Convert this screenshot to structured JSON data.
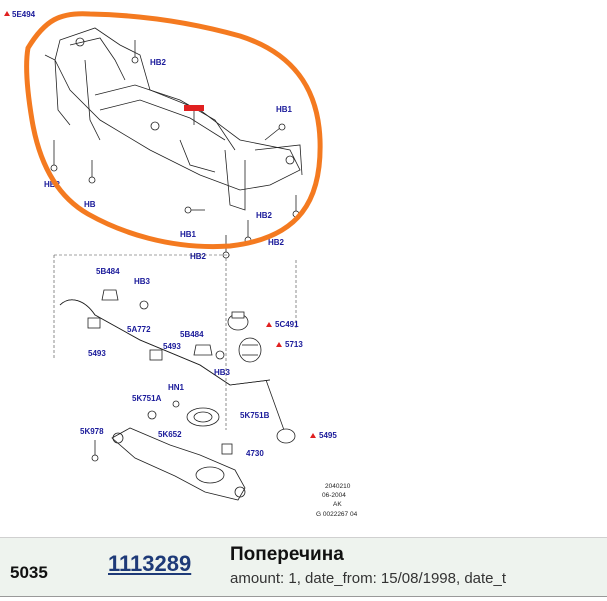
{
  "diagram": {
    "labels": {
      "top_ref": "5E494",
      "hb2_a": "HB2",
      "hb1_a": "HB1",
      "hb2_b": "HB2",
      "hb_c": "HB",
      "hb1_b": "HB1",
      "hb2_c": "HB2",
      "hb2_d": "HB2",
      "hb2_e": "HB2",
      "p5b484_a": "5B484",
      "hb3_a": "HB3",
      "p5a772": "5A772",
      "p5493_a": "5493",
      "p5b484_b": "5B484",
      "p5493_b": "5493",
      "hb3_b": "HB3",
      "p5c491": "5C491",
      "p5713": "5713",
      "hn1": "HN1",
      "p5k751a": "5K751A",
      "p5k751b": "5K751B",
      "p5k978": "5K978",
      "p5k652": "5K652",
      "p4730": "4730",
      "p5495": "5495"
    },
    "stamp": {
      "line1": "2040210",
      "line2": "06-2004",
      "line3": "AK",
      "line4": "G 0022267 04"
    },
    "colors": {
      "highlight": "#f47a20",
      "warning": "#e02020",
      "label": "#1a1a9a"
    }
  },
  "parts_row": {
    "code": "5035",
    "part_number": "1113289",
    "name": "Поперечина",
    "details": "amount: 1, date_from: 15/08/1998, date_t"
  }
}
